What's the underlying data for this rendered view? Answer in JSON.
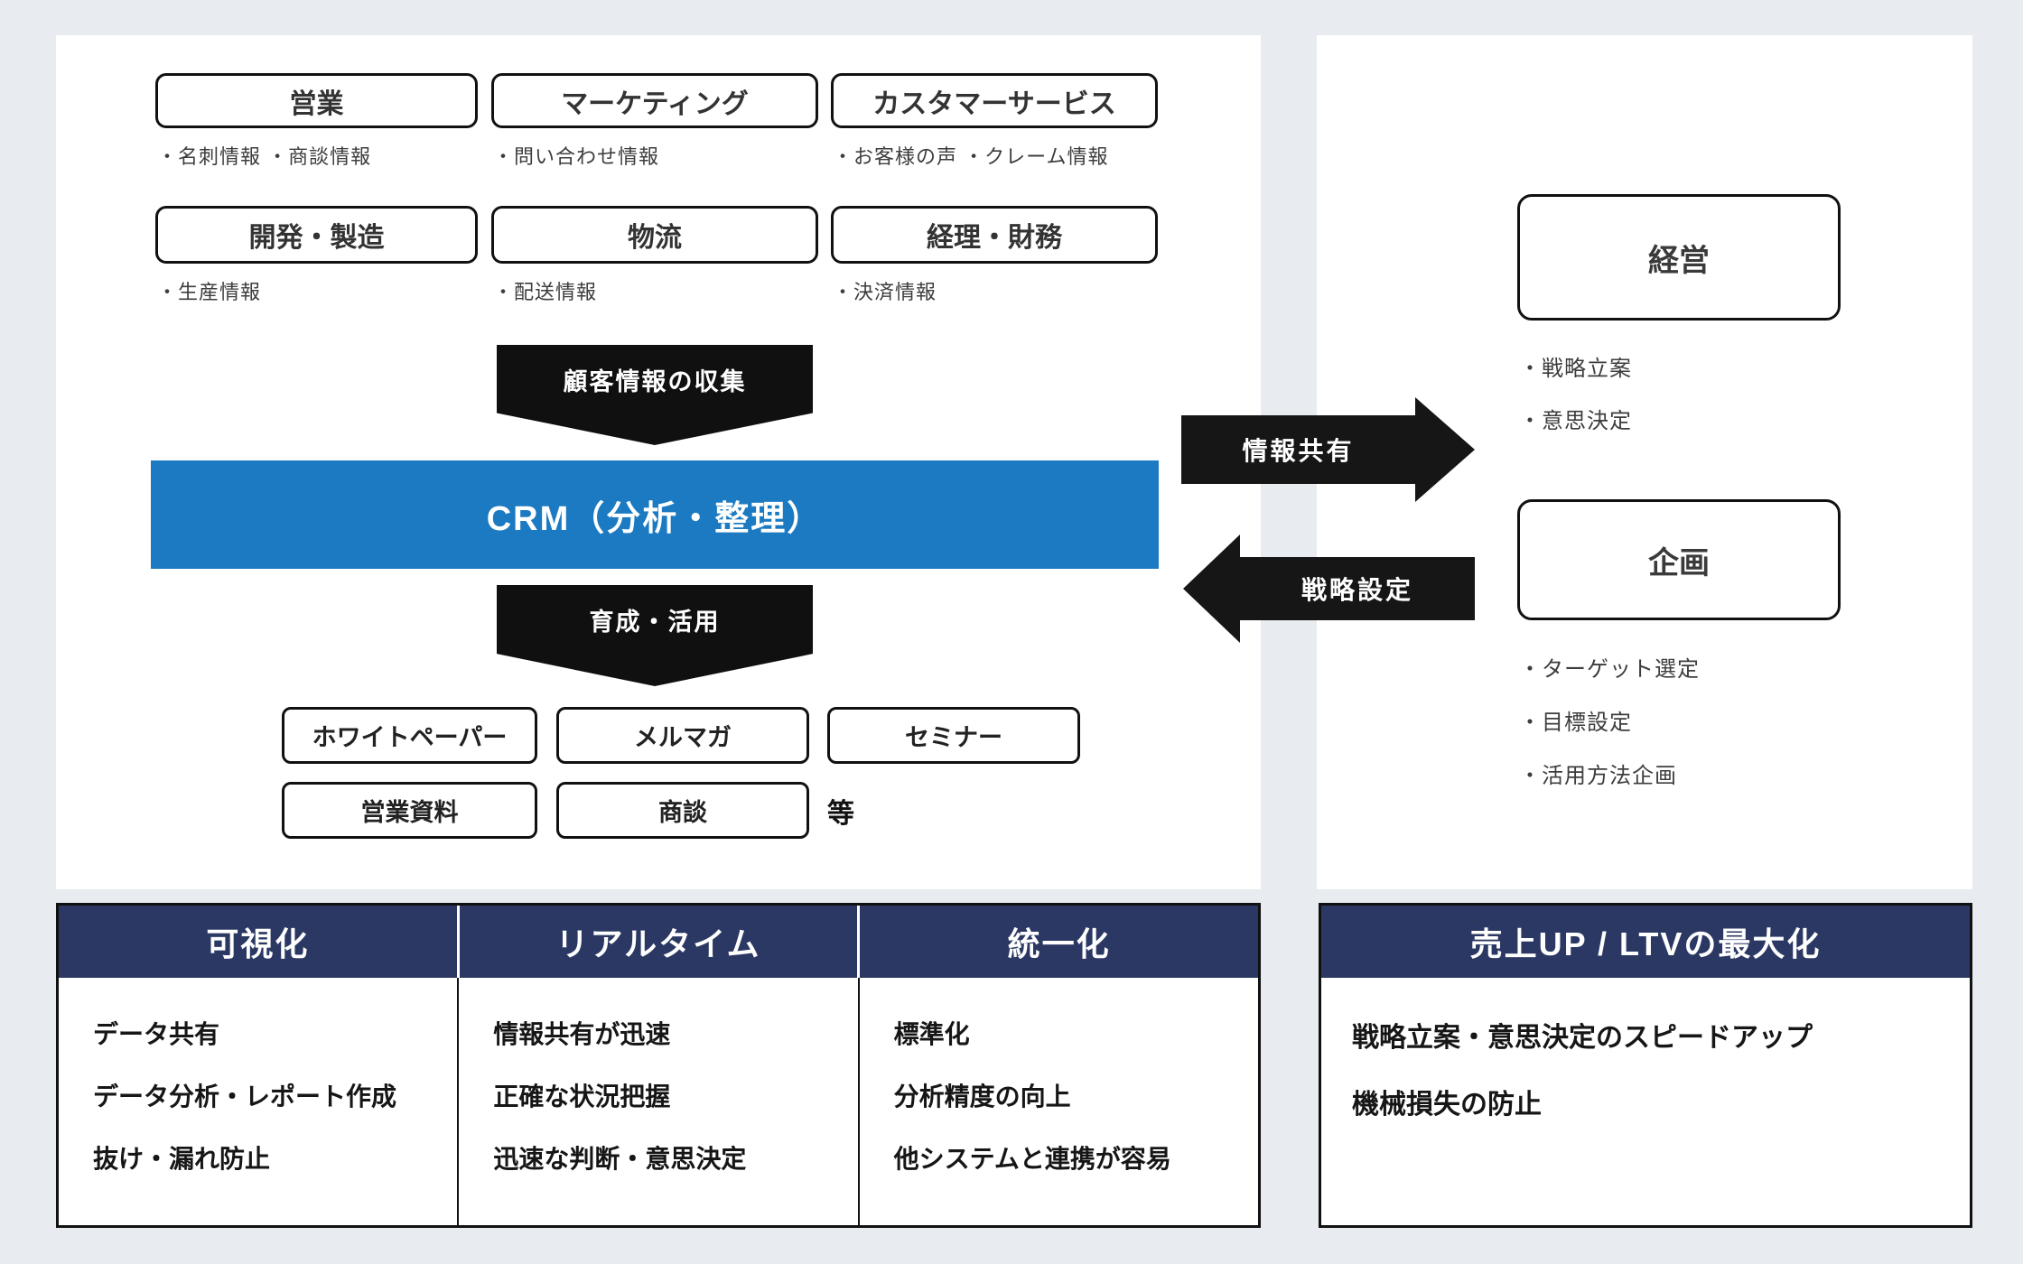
{
  "colors": {
    "background": "#e8ecf0",
    "panel": "#ffffff",
    "accent_blue": "#1b7ac2",
    "navy_header": "#2b3863",
    "arrow_black": "#101010"
  },
  "left_panel": {
    "departments": [
      {
        "label": "営業",
        "notes": "・名刺情報 ・商談情報"
      },
      {
        "label": "マーケティング",
        "notes": "・問い合わせ情報"
      },
      {
        "label": "カスタマーサービス",
        "notes": "・お客様の声 ・クレーム情報"
      },
      {
        "label": "開発・製造",
        "notes": "・生産情報"
      },
      {
        "label": "物流",
        "notes": "・配送情報"
      },
      {
        "label": "経理・財務",
        "notes": "・決済情報"
      }
    ],
    "collect_arrow_label": "顧客情報の収集",
    "crm_bar_label": "CRM（分析・整理）",
    "nurture_arrow_label": "育成・活用",
    "outputs": [
      "ホワイトペーパー",
      "メルマガ",
      "セミナー",
      "営業資料",
      "商談"
    ],
    "outputs_etc": "等"
  },
  "flow": {
    "share_label": "情報共有",
    "strategy_label": "戦略設定"
  },
  "right_panel": {
    "groups": [
      {
        "label": "経営",
        "bullets": [
          "・戦略立案",
          "・意思決定"
        ]
      },
      {
        "label": "企画",
        "bullets": [
          "・ターゲット選定",
          "・目標設定",
          "・活用方法企画"
        ]
      }
    ]
  },
  "benefit_table": {
    "columns": [
      {
        "header": "可視化",
        "items": [
          "データ共有",
          "データ分析・レポート作成",
          "抜け・漏れ防止"
        ]
      },
      {
        "header": "リアルタイム",
        "items": [
          "情報共有が迅速",
          "正確な状況把握",
          "迅速な判断・意思決定"
        ]
      },
      {
        "header": "統一化",
        "items": [
          "標準化",
          "分析精度の向上",
          "他システムと連携が容易"
        ]
      }
    ]
  },
  "result_table": {
    "header": "売上UP / LTVの最大化",
    "items": [
      "戦略立案・意思決定のスピードアップ",
      "機械損失の防止"
    ]
  }
}
